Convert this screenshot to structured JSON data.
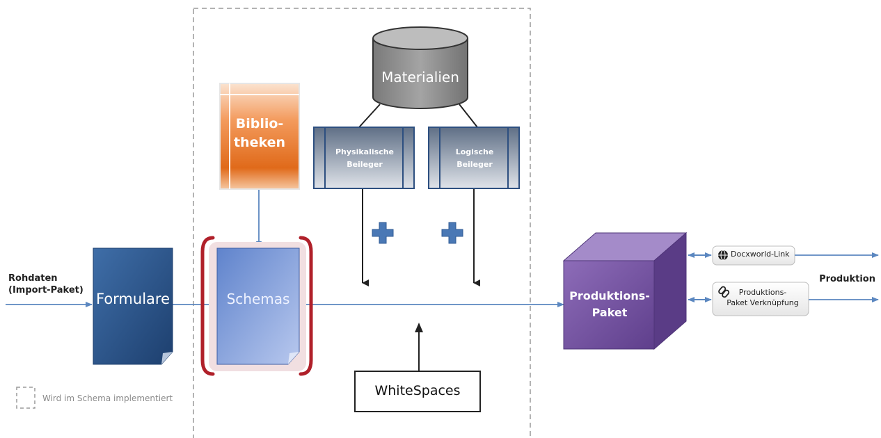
{
  "input": {
    "line1": "Rohdaten",
    "line2": "(Import-Paket)"
  },
  "formulare": {
    "label": "Formulare"
  },
  "bibliotheken": {
    "line1": "Biblio-",
    "line2": "theken"
  },
  "schemas": {
    "label": "Schemas"
  },
  "materialien": {
    "label": "Materialien"
  },
  "physikalische": {
    "line1": "Physikalische",
    "line2": "Beileger"
  },
  "logische": {
    "line1": "Logische",
    "line2": "Beileger"
  },
  "whitespaces": {
    "label": "WhiteSpaces"
  },
  "produktionspaket": {
    "line1": "Produktions-",
    "line2": "Paket"
  },
  "docxworld_link": {
    "label": "Docxworld-Link"
  },
  "paket_verknuepfung": {
    "line1": "Produktions-",
    "line2": "Paket Verknüpfung"
  },
  "output": {
    "label": "Produktion"
  },
  "legend": {
    "label": "Wird im Schema implementiert"
  },
  "colors": {
    "arrow": "#5b87c0",
    "formulare": "#2d5a93",
    "schemas": "#7495d6",
    "schemas_highlight": "#b0202a",
    "bibliotheken": "#e8762a",
    "materialien": "#8e8e8e",
    "produktionspaket": "#7b5ba6",
    "plus": "#4a78b5"
  }
}
